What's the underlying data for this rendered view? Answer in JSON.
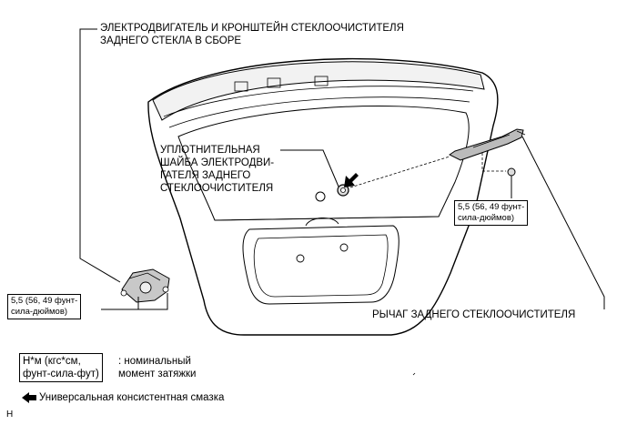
{
  "labels": {
    "motor_bracket": [
      "ЭЛЕКТРОДВИГАТЕЛЬ И КРОНШТЕЙН СТЕКЛООЧИСТИТЕЛЯ",
      "ЗАДНЕГО СТЕКЛА В СБОРЕ"
    ],
    "grommet": [
      "УПЛОТНИТЕЛЬНАЯ",
      "ШАЙБА ЭЛЕКТРОДВИ-",
      "ГАТЕЛЯ ЗАДНЕГО",
      "СТЕКЛООЧИСТИТЕЛЯ"
    ],
    "wiper_arm": "РЫЧАГ ЗАДНЕГО СТЕКЛООЧИСТИТЕЛЯ"
  },
  "torque": {
    "left": [
      "5,5 (56, 49 фунт-",
      "сила-дюймов)"
    ],
    "right": [
      "5,5 (56, 49 фунт-",
      "сила-дюймов)"
    ]
  },
  "legend": {
    "unit_box": [
      "Н*м (кгс*см,",
      "фунт-сила-фут)"
    ],
    "unit_desc": [
      ": номинальный",
      "момент затяжки"
    ],
    "grease": "Универсальная консистентная смазка"
  },
  "corner_mark": "H"
}
